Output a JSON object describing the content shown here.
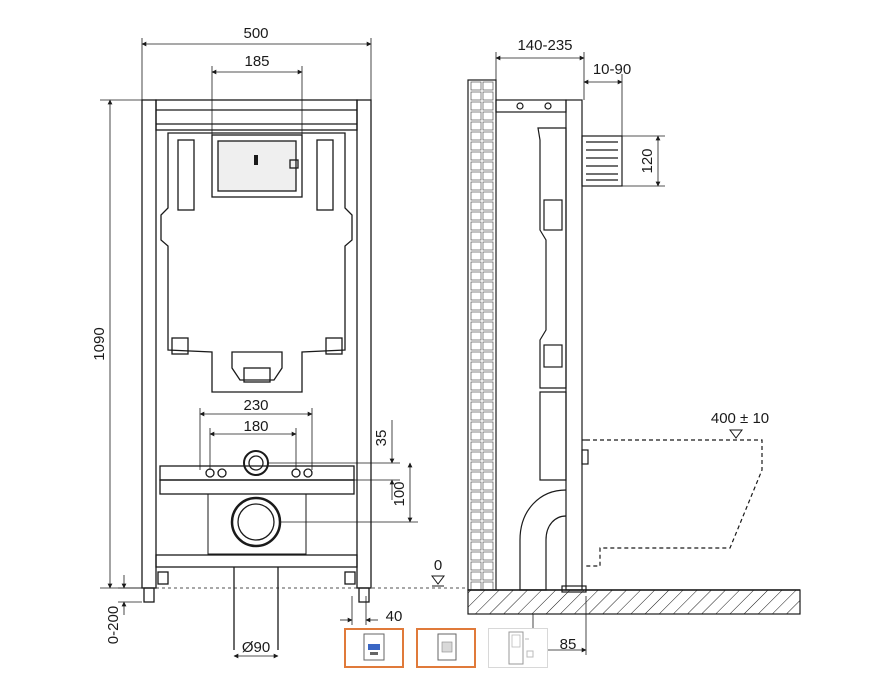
{
  "front_view": {
    "width": "500",
    "flush_width": "185",
    "height": "1090",
    "rod_spacing": "230",
    "bolt_spacing": "180",
    "inlet_offset": "35",
    "drain_offset": "100",
    "leg_adjust": "0-200",
    "drain_diameter": "Ø90",
    "floor_ref": "0"
  },
  "side_view": {
    "depth_range": "140-235",
    "cover_range": "10-90",
    "button_height": "120",
    "bowl_height": "400 ± 10",
    "foot_width": "40",
    "drain_pos": "85"
  },
  "thumbnails": [
    {
      "name": "flush-plate-thumbnail",
      "selected": true
    },
    {
      "name": "flush-plate-thumbnail-2",
      "selected": false
    },
    {
      "name": "frame-thumbnail",
      "selected": false
    }
  ],
  "colors": {
    "line": "#1a1a1a",
    "accent": "#e07a3a"
  }
}
